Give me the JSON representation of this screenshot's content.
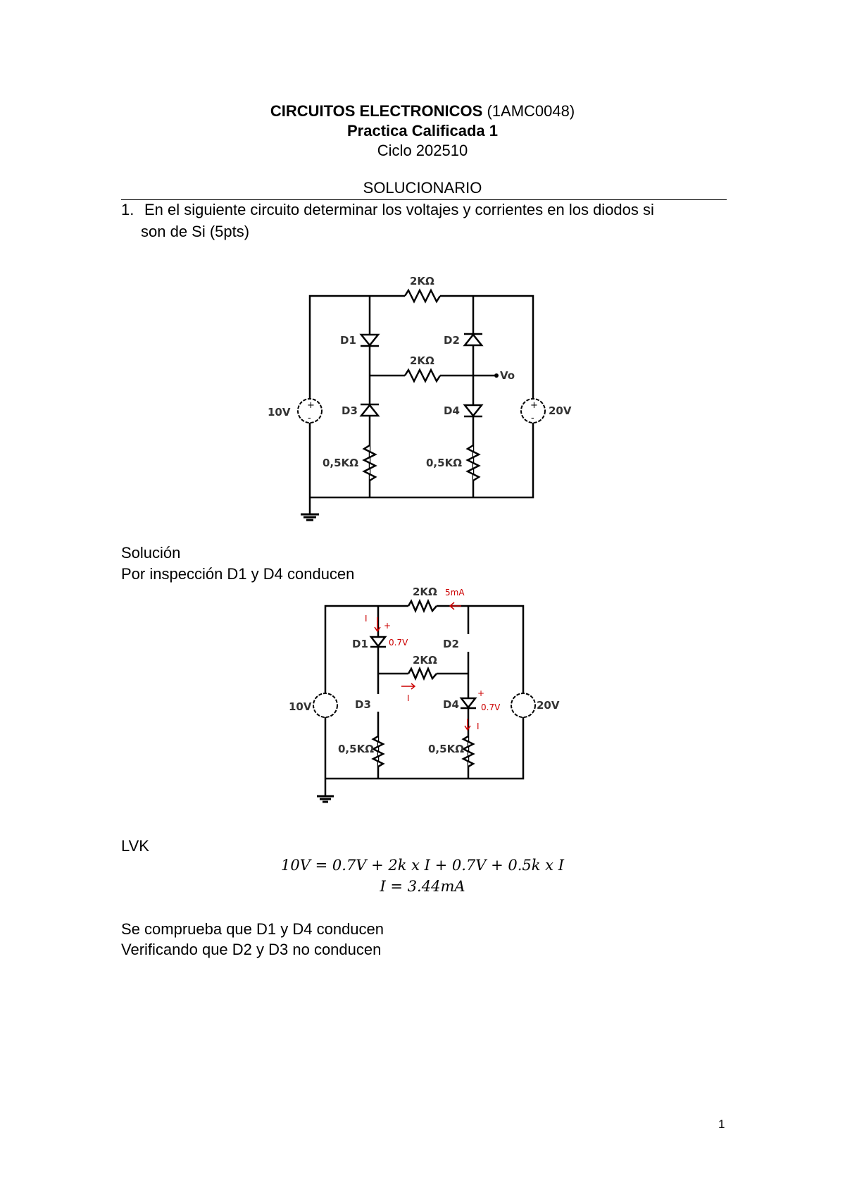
{
  "header": {
    "course_title": "CIRCUITOS ELECTRONICOS",
    "course_code": "(1AMC0048)",
    "exam_title": "Practica Calificada 1",
    "cycle": "Ciclo 202510",
    "section": "SOLUCIONARIO"
  },
  "question1": {
    "number": "1.",
    "line1": "En el siguiente circuito determinar los voltajes y corrientes en los diodos si",
    "line2": "son de Si (5pts)"
  },
  "circuit1": {
    "r_top": "2KΩ",
    "r_mid": "2KΩ",
    "r_left": "0,5KΩ",
    "r_right": "0,5KΩ",
    "d1": "D1",
    "d2": "D2",
    "d3": "D3",
    "d4": "D4",
    "v_left": "10V",
    "v_right": "20V",
    "vo": "Vo",
    "plus": "+",
    "minus": "-"
  },
  "solution": {
    "heading": "Solución",
    "inspection": "Por inspección D1 y D4 conducen"
  },
  "circuit2": {
    "r_top": "2KΩ",
    "r_mid": "2KΩ",
    "r_left": "0,5KΩ",
    "r_right": "0,5KΩ",
    "d1": "D1",
    "d2": "D2",
    "d3": "D3",
    "d4": "D4",
    "v_left": "10V",
    "v_right": "20V",
    "current_top": "5mA",
    "current_label": "I",
    "diode_drop": "0.7V",
    "plus": "+"
  },
  "lvk": {
    "heading": "LVK",
    "equation": "10V = 0.7V + 2k x I + 0.7V + 0.5k x I",
    "result": "I = 3.44mA"
  },
  "conclusion": {
    "line1": "Se comprueba que D1 y D4 conducen",
    "line2": "Verificando que D2 y D3 no conducen"
  },
  "footer": {
    "page_number": "1"
  }
}
